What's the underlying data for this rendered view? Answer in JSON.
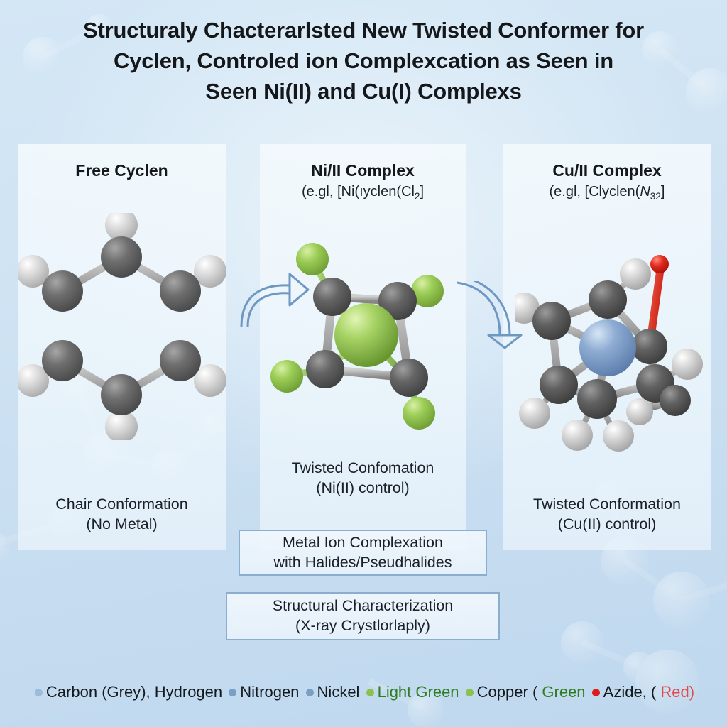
{
  "title": "Structuraly Chacterarfsted New Twisted Conformer for Cyclen, Controled ion Complexcation as Seen in Seen Ni(II) and Cu(I) Complexs",
  "title_lines": [
    "Structuraly Chacterarlsted New Twisted Conformer for",
    "Cyclen, Controled ion Complexcation as Seen in",
    "Seen Ni(II) and Cu(I) Complexs"
  ],
  "panels": [
    {
      "id": "free-cyclen",
      "title": "Free Cyclen",
      "subtitle": "",
      "caption_line1": "Chair Conformation",
      "caption_line2": "(No Metal)"
    },
    {
      "id": "ni-complex",
      "title": "Ni/II Complex",
      "subtitle": "(e.gl, [Ni(ıyclen(Cl2]",
      "subtitle_prefix": "(e.gl, [Ni(ıyclen(Cl",
      "subtitle_sub": "2",
      "subtitle_suffix": "]",
      "caption_line1": "Twisted Confomation",
      "caption_line2": "(Ni(II) control)"
    },
    {
      "id": "cu-complex",
      "title": "Cu/II Complex",
      "subtitle": "(e.gl, [Clyclen(N32]",
      "subtitle_prefix": "(e.gl, [Clyclen(",
      "subtitle_italic": "N",
      "subtitle_sub": "32",
      "subtitle_suffix": "]",
      "caption_line1": "Twisted Conformation",
      "caption_line2": "(Cu(II) control)"
    }
  ],
  "callouts": [
    {
      "id": "complexation",
      "line1": "Metal Ion Complexation",
      "line2": "with Halides/Pseudhalides"
    },
    {
      "id": "characterization",
      "line1": "Structural Characterization",
      "line2": "(X-ray Crystlorlaply)"
    }
  ],
  "legend": {
    "items": [
      {
        "dot_color": "#9dbcd8",
        "text": "Carbon (Grey), Hydrogen",
        "text_color": "#15191d"
      },
      {
        "dot_color": "#7a9fc4",
        "text": "Nitrogen",
        "text_color": "#15191d"
      },
      {
        "dot_color": "#7a9fc4",
        "text": "Nickel",
        "text_color": "#15191d"
      },
      {
        "dot_color": "#8cc24a",
        "text": "Light Green",
        "text_color": "#2e7d20"
      },
      {
        "dot_color": "#8cc24a",
        "text": "Copper (",
        "text_color": "#15191d"
      },
      {
        "dot_color": "",
        "text": "Green",
        "text_color": "#2e7d20"
      },
      {
        "dot_color": "#e01b1b",
        "text": "Azide, (",
        "text_color": "#15191d"
      },
      {
        "dot_color": "",
        "text": "Red)",
        "text_color": "#e24a4a"
      }
    ]
  },
  "colors": {
    "background_top": "#d4e7f5",
    "background_bottom": "#bfd8ee",
    "panel_fill": "#f1f8fd",
    "carbon": "#5b5b5b",
    "hydrogen": "#d8d8d8",
    "nickel_green": "#8cc24a",
    "chloride_green": "#9ccd57",
    "copper_blue": "#7f9fcb",
    "azide_red": "#dd2020",
    "arrow_stroke": "#6e97c2",
    "callout_border": "#8aaed0"
  },
  "molecules": {
    "free_cyclen": {
      "name": "chair-conformation-hexagon",
      "carbons": 6,
      "hydrogens": 6,
      "description": "Six dark grey carbon spheres in a hexagonal ring, each bonded to a light grey hydrogen sphere"
    },
    "ni_complex": {
      "name": "twisted-ni-complex",
      "carbons": 4,
      "chlorides": 4,
      "metal": "Ni",
      "metal_color": "#8cc24a",
      "description": "Four dark grey atoms forming a twisted ring around a large green nickel centre, four green chloride ligands outward"
    },
    "cu_complex": {
      "name": "twisted-cu-complex",
      "carbons": 7,
      "hydrogens": 8,
      "metal": "Cu",
      "metal_color": "#7f9fcb",
      "azide": "red terminal azide",
      "description": "Twisted cage of dark grey carbons and light grey hydrogens around a blue copper centre with a red azide arm"
    }
  }
}
